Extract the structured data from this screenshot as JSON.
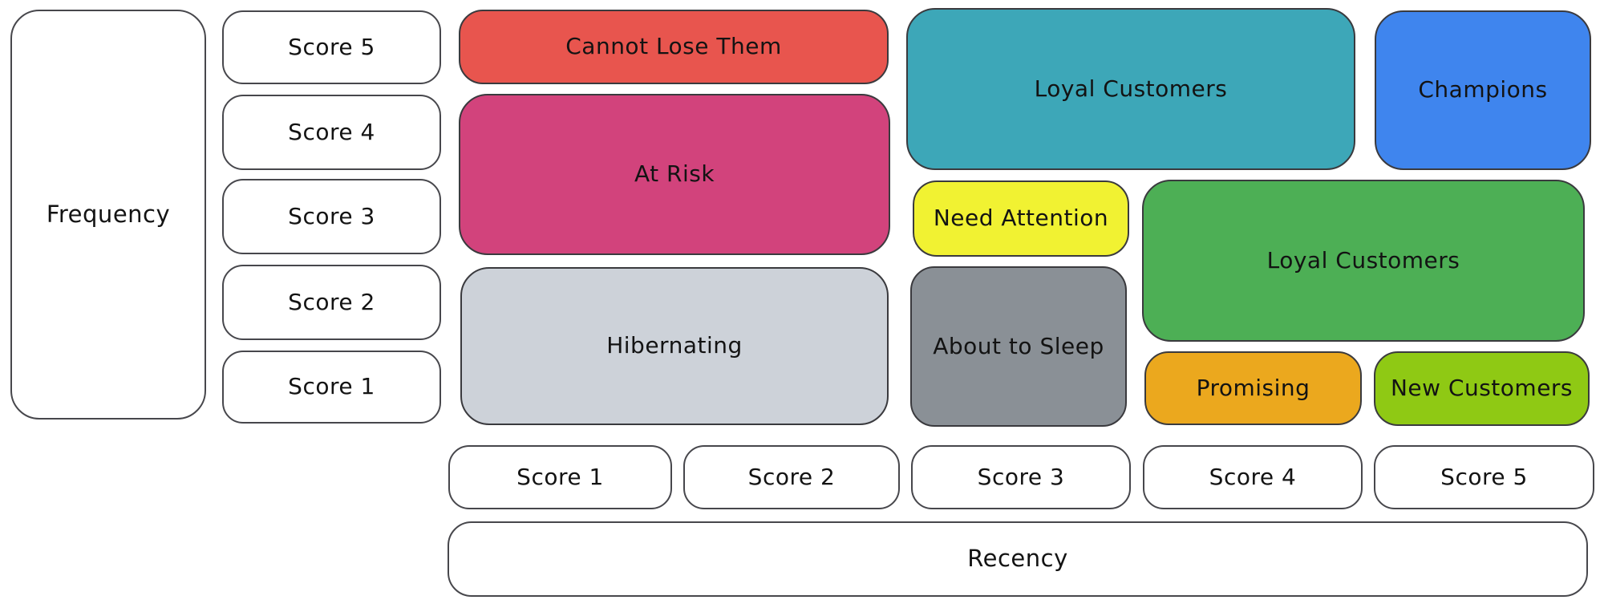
{
  "diagram": {
    "type": "rfm-segmentation-matrix",
    "y_axis": {
      "label": "Frequency",
      "scores": [
        "Score 5",
        "Score 4",
        "Score 3",
        "Score 2",
        "Score 1"
      ]
    },
    "x_axis": {
      "label": "Recency",
      "scores": [
        "Score 1",
        "Score 2",
        "Score 3",
        "Score 4",
        "Score 5"
      ]
    },
    "segments": [
      {
        "label": "Cannot Lose Them",
        "color": "#e8554e",
        "recency": "1-2",
        "frequency": "5"
      },
      {
        "label": "At Risk",
        "color": "#d2437c",
        "recency": "1-2",
        "frequency": "3-4"
      },
      {
        "label": "Hibernating",
        "color": "#cdd2d9",
        "recency": "1-2",
        "frequency": "1-2"
      },
      {
        "label": "Loyal Customers",
        "color": "#3da7b8",
        "recency": "3-4",
        "frequency": "4-5"
      },
      {
        "label": "Champions",
        "color": "#3f85ee",
        "recency": "5",
        "frequency": "4-5"
      },
      {
        "label": "Need Attention",
        "color": "#f1f232",
        "recency": "3",
        "frequency": "3"
      },
      {
        "label": "Loyal Customers",
        "color": "#4daf55",
        "recency": "4-5",
        "frequency": "2-3"
      },
      {
        "label": "About to Sleep",
        "color": "#8a9096",
        "recency": "3",
        "frequency": "1-2"
      },
      {
        "label": "Promising",
        "color": "#eba81e",
        "recency": "4",
        "frequency": "1"
      },
      {
        "label": "New Customers",
        "color": "#8fc914",
        "recency": "5",
        "frequency": "1"
      }
    ]
  },
  "colors": {
    "background": "#ffffff",
    "stroke": "#3a3a3e",
    "text": "#131313"
  }
}
